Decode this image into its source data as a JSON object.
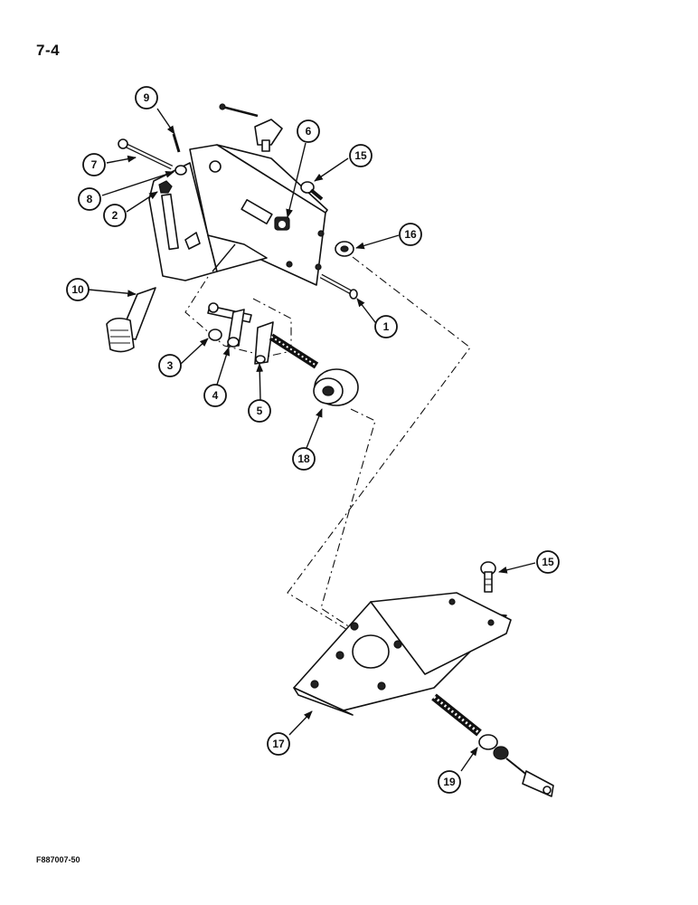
{
  "page": {
    "number": "7-4",
    "figure_code": "F887007-50"
  },
  "callouts": [
    "9",
    "7",
    "8",
    "2",
    "6",
    "15",
    "16",
    "10",
    "1",
    "3",
    "4",
    "5",
    "18",
    "15",
    "17",
    "19"
  ]
}
